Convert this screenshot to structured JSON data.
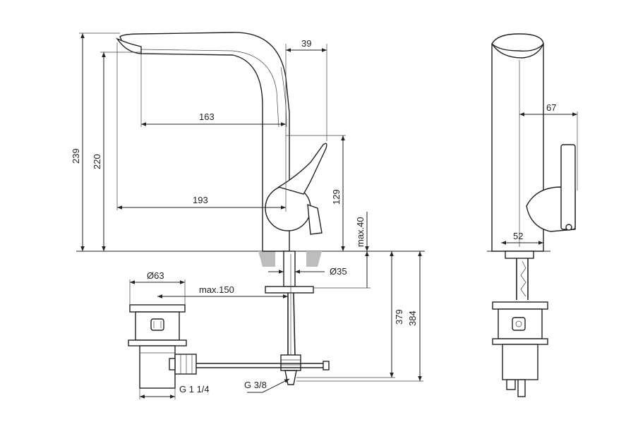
{
  "dimensions": {
    "d_39": "39",
    "d_163": "163",
    "d_193": "193",
    "d_239": "239",
    "d_220": "220",
    "d_129": "129",
    "d_max40": "max.40",
    "d_67": "67",
    "d_52": "52",
    "d_dia63": "Ø63",
    "d_max150": "max.150",
    "d_dia35": "Ø35",
    "d_379": "379",
    "d_384": "384",
    "d_g114": "G 1 1/4",
    "d_g38": "G 3/8"
  }
}
